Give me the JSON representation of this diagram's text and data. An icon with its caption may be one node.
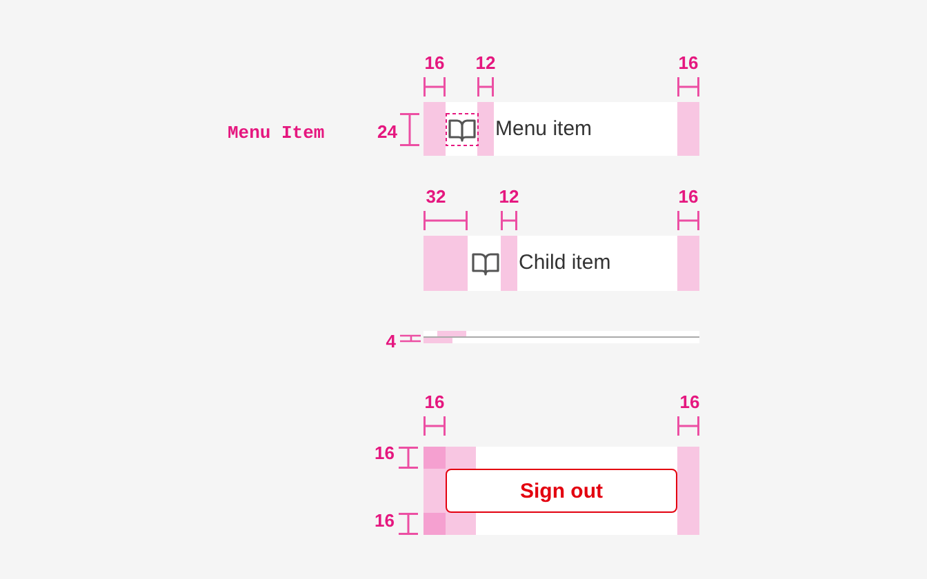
{
  "diagram": {
    "nodes": [
      {
        "text": [
          "Menu item"
        ]
      },
      {
        "text": [
          "Child item"
        ]
      },
      {
        "text": [],
        "shape": "bar"
      },
      {
        "text": [],
        "shape": "box"
      },
      {
        "text": [
          "Sign out"
        ],
        "in": 3
      }
    ],
    "labels": [
      "16",
      "12",
      "16",
      "Menu Item",
      "24",
      "32",
      "12",
      "16",
      "4",
      "16",
      "16",
      "16",
      "16"
    ]
  }
}
